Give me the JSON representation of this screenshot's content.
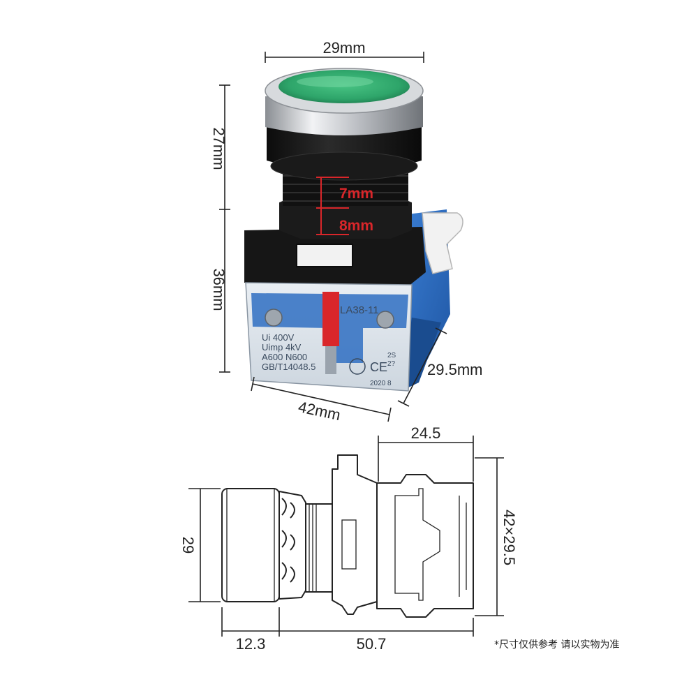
{
  "photo_dimensions": {
    "top_width": "29mm",
    "upper_height": "27mm",
    "lower_height": "36mm",
    "thread_segment_1": "7mm",
    "thread_segment_2": "8mm",
    "depth": "29.5mm",
    "base_width": "42mm"
  },
  "product_labels": {
    "model": "LA38-11",
    "line1": "Ui 400V",
    "line2": "Uimp 4kV",
    "line3": "A600 N600",
    "line4": "GB/T14048.5",
    "line5": "2S",
    "line6": "2?",
    "line7": "2020 8"
  },
  "drawing_dimensions": {
    "block_width": "24.5",
    "cap_height": "29",
    "body_size": "42×29.5",
    "cap_depth": "12.3",
    "body_depth": "50.7"
  },
  "note": "*尺寸仅供参考 请以实物为准",
  "colors": {
    "button_green": "#2ea56a",
    "body_blue": "#2f6fc2",
    "housing_black": "#141414",
    "highlight_red": "#d9262a",
    "chrome": "#c9ccd0"
  }
}
